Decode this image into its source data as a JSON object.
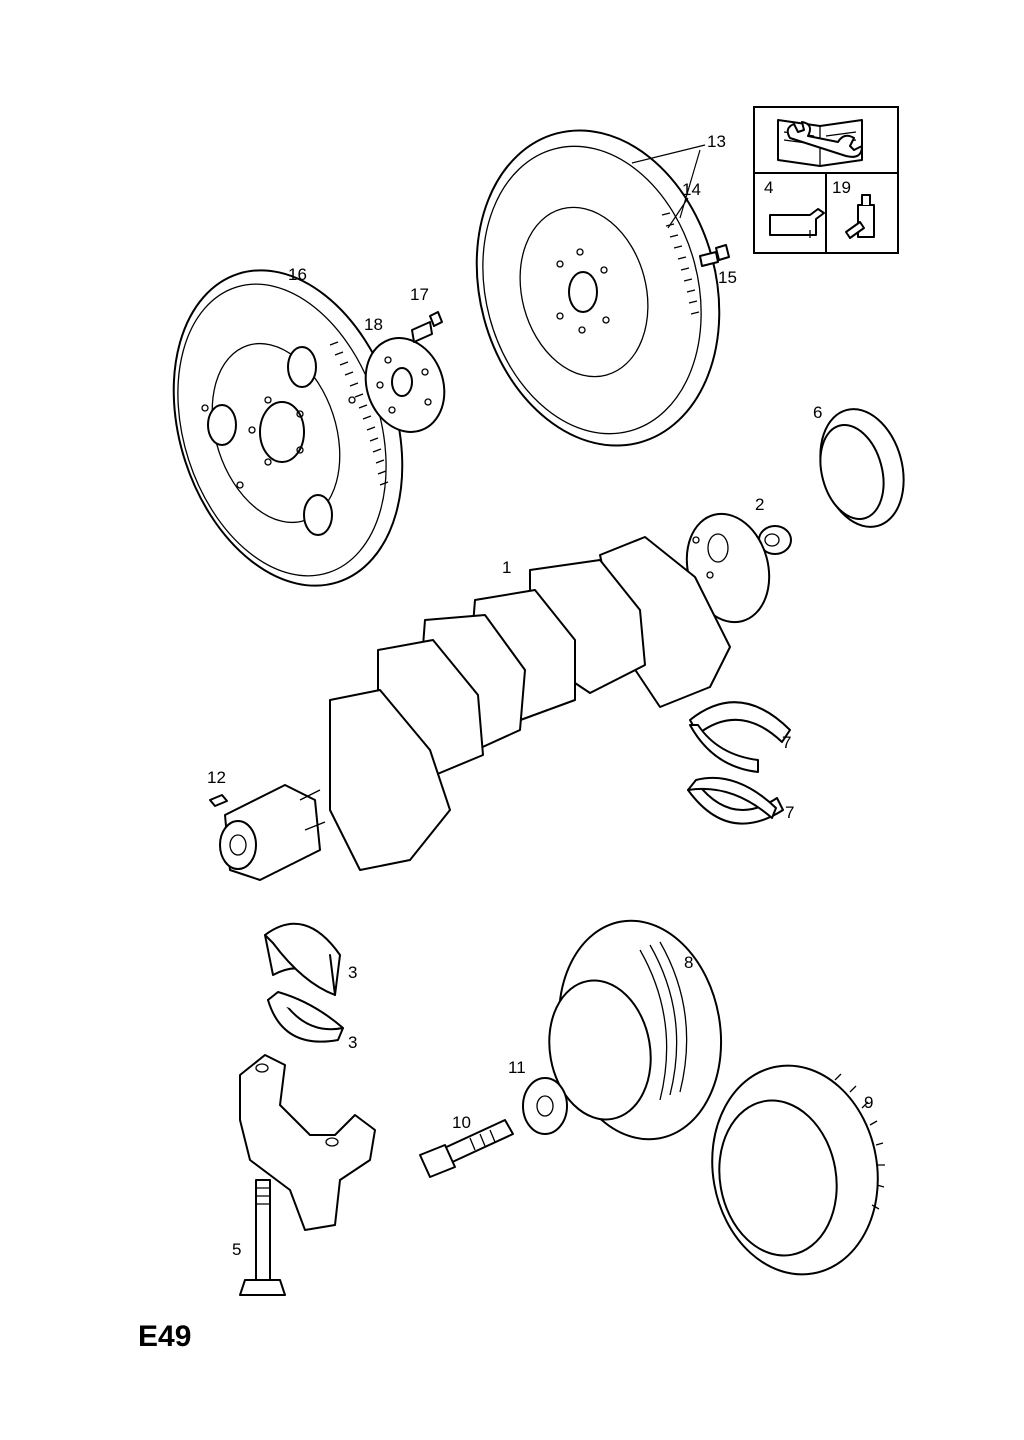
{
  "diagram": {
    "page_code": "E49",
    "callouts": [
      {
        "id": "1",
        "text": "1"
      },
      {
        "id": "2",
        "text": "2"
      },
      {
        "id": "3a",
        "text": "3"
      },
      {
        "id": "3b",
        "text": "3"
      },
      {
        "id": "5",
        "text": "5"
      },
      {
        "id": "6",
        "text": "6"
      },
      {
        "id": "7a",
        "text": "7"
      },
      {
        "id": "7b",
        "text": "7"
      },
      {
        "id": "8",
        "text": "8"
      },
      {
        "id": "9",
        "text": "9"
      },
      {
        "id": "10",
        "text": "10"
      },
      {
        "id": "11",
        "text": "11"
      },
      {
        "id": "12",
        "text": "12"
      },
      {
        "id": "13",
        "text": "13"
      },
      {
        "id": "14",
        "text": "14"
      },
      {
        "id": "15",
        "text": "15"
      },
      {
        "id": "16",
        "text": "16"
      },
      {
        "id": "17",
        "text": "17"
      },
      {
        "id": "18",
        "text": "18"
      }
    ],
    "legend": {
      "manual_icon": "manual-wrench-icon",
      "items": [
        {
          "number": "4",
          "icon": "oil-can-icon"
        },
        {
          "number": "19",
          "icon": "sealant-tube-icon"
        }
      ]
    }
  }
}
